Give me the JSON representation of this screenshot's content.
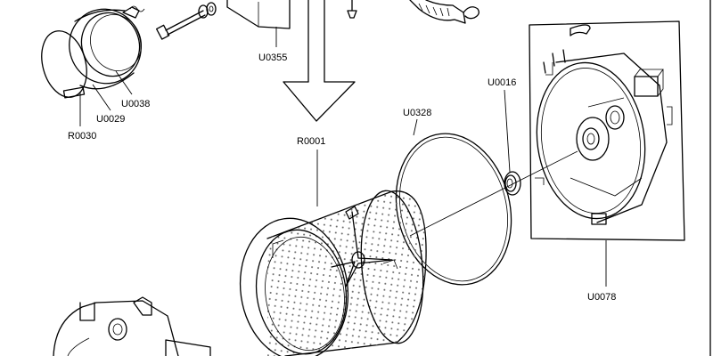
{
  "colors": {
    "background": "#ffffff",
    "line": "#000000",
    "perforation": "#666666"
  },
  "labels": {
    "r0030": "R0030",
    "u0029": "U0029",
    "u0038": "U0038",
    "u0355": "U0355",
    "r0001": "R0001",
    "u0328": "U0328",
    "u0016": "U0016",
    "u0078": "U0078"
  }
}
